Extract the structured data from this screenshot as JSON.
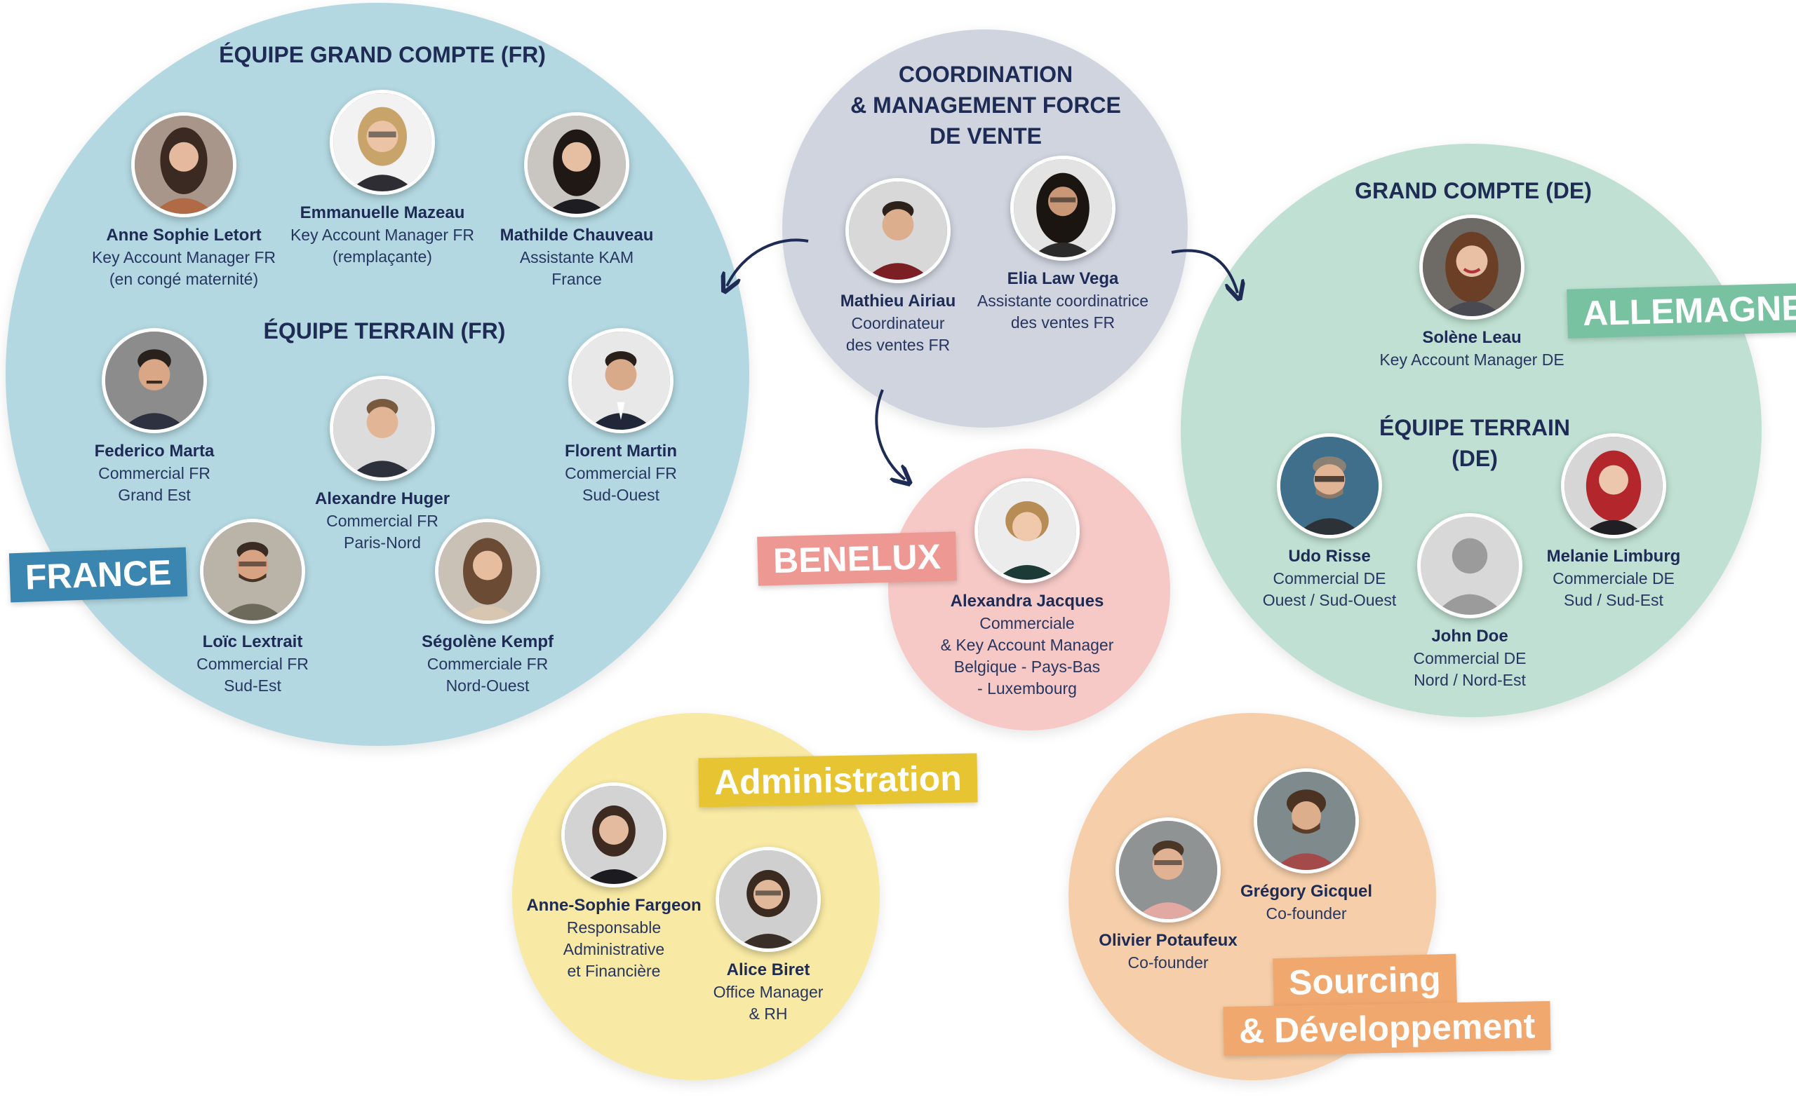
{
  "colors": {
    "france_bg": "#b3d8e1",
    "coordination_bg": "#cfd4df",
    "germany_bg": "#bfe0d2",
    "benelux_bg": "#f6c9c6",
    "admin_bg": "#f8e9a4",
    "sourcing_bg": "#f6cfaa",
    "text": "#1e2b55",
    "tag_france": "#3b86b0",
    "tag_germany": "#79c2a1",
    "tag_benelux": "#ee9893",
    "tag_admin": "#e7c532",
    "tag_sourcing": "#f0a86f"
  },
  "france": {
    "tag": "FRANCE",
    "heading_gc": "ÉQUIPE GRAND COMPTE (FR)",
    "heading_terrain": "ÉQUIPE TERRAIN (FR)",
    "gc_people": [
      {
        "name": "Anne Sophie Letort",
        "role1": "Key Account Manager FR",
        "role2": "(en congé maternité)",
        "avatar": "woman-dark-hair"
      },
      {
        "name": "Emmanuelle Mazeau",
        "role1": "Key Account Manager FR",
        "role2": "(remplaçante)",
        "avatar": "woman-blonde-glasses"
      },
      {
        "name": "Mathilde Chauveau",
        "role1": "Assistante KAM",
        "role2": "France",
        "avatar": "woman-dark-hair"
      }
    ],
    "terrain_people": [
      {
        "name": "Federico Marta",
        "role1": "Commercial FR",
        "role2": "Grand Est",
        "avatar": "man-mustache"
      },
      {
        "name": "Alexandre Huger",
        "role1": "Commercial FR",
        "role2": "Paris-Nord",
        "avatar": "man-short-hair"
      },
      {
        "name": "Florent Martin",
        "role1": "Commercial FR",
        "role2": "Sud-Ouest",
        "avatar": "man-suit"
      },
      {
        "name": "Loïc Lextrait",
        "role1": "Commercial FR",
        "role2": "Sud-Est",
        "avatar": "man-glasses-beard"
      },
      {
        "name": "Ségolène Kempf",
        "role1": "Commerciale FR",
        "role2": "Nord-Ouest",
        "avatar": "woman-brown-hair"
      }
    ]
  },
  "coordination": {
    "heading_line1": "COORDINATION",
    "heading_line2": "& MANAGEMENT FORCE",
    "heading_line3": "DE VENTE",
    "people": [
      {
        "name": "Mathieu Airiau",
        "role1": "Coordinateur",
        "role2": "des ventes FR",
        "avatar": "man-short-hair"
      },
      {
        "name": "Elia Law Vega",
        "role1": "Assistante coordinatrice",
        "role2": "des ventes FR",
        "avatar": "woman-glasses-dark-hair"
      }
    ]
  },
  "germany": {
    "tag": "ALLEMAGNE",
    "heading_gc": "GRAND COMPTE (DE)",
    "heading_terrain_line1": "ÉQUIPE TERRAIN",
    "heading_terrain_line2": "(DE)",
    "gc_person": {
      "name": "Solène Leau",
      "role1": "Key Account Manager DE",
      "avatar": "woman-brown-hair"
    },
    "terrain_people": [
      {
        "name": "Udo Risse",
        "role1": "Commercial DE",
        "role2": "Ouest / Sud-Ouest",
        "avatar": "man-glasses-beard"
      },
      {
        "name": "Melanie Limburg",
        "role1": "Commerciale DE",
        "role2": "Sud / Sud-Est",
        "avatar": "woman-red-hair"
      },
      {
        "name": "John Doe",
        "role1": "Commercial DE",
        "role2": "Nord / Nord-Est",
        "avatar": "placeholder-silhouette"
      }
    ]
  },
  "benelux": {
    "tag": "BENELUX",
    "person": {
      "name": "Alexandra Jacques",
      "role1": "Commerciale",
      "role2": "& Key Account Manager",
      "role3": "Belgique - Pays-Bas",
      "role4": "- Luxembourg",
      "avatar": "woman-blonde"
    }
  },
  "administration": {
    "tag": "Administration",
    "people": [
      {
        "name": "Anne-Sophie Fargeon",
        "role1": "Responsable",
        "role2": "Administrative",
        "role3": "et Financière",
        "avatar": "woman-dark-hair"
      },
      {
        "name": "Alice Biret",
        "role1": "Office Manager",
        "role2": "& RH",
        "avatar": "woman-glasses-dark-hair"
      }
    ]
  },
  "sourcing": {
    "tag_line1": "Sourcing",
    "tag_line2": "& Développement",
    "people": [
      {
        "name": "Grégory Gicquel",
        "role1": "Co-founder",
        "avatar": "man-curly-beard"
      },
      {
        "name": "Olivier Potaufeux",
        "role1": "Co-founder",
        "avatar": "man-glasses"
      }
    ]
  }
}
